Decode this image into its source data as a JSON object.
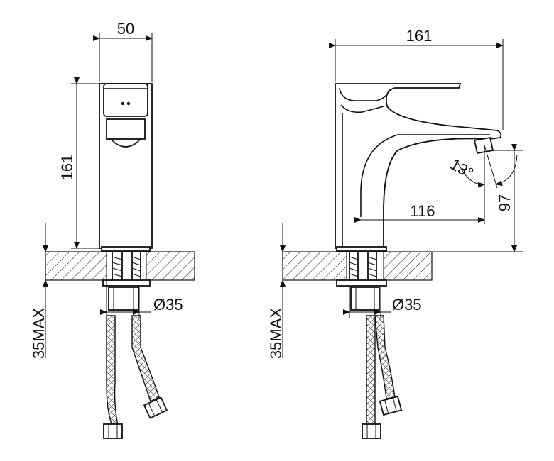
{
  "front_view": {
    "width_label": "50",
    "height_label": "161",
    "hole_label": "Ø35",
    "max_label": "35MAX"
  },
  "side_view": {
    "length_label": "161",
    "angle_label": "13°",
    "reach_label": "116",
    "spout_height_label": "97",
    "hole_label": "Ø35",
    "max_label": "35MAX"
  },
  "colors": {
    "line": "#111111",
    "background": "#ffffff"
  }
}
